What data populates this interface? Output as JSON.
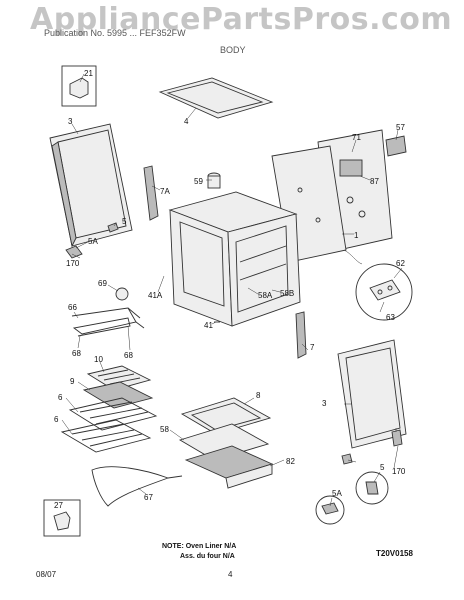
{
  "header": {
    "line1": "Publication No. 5995 ... FEF352FW",
    "section": "BODY"
  },
  "watermark": "AppliancePartsPros.com",
  "callouts": {
    "c21": "21",
    "c3a": "3",
    "c4": "4",
    "c71": "71",
    "c57": "57",
    "c59": "59",
    "c7a": "7A",
    "c87": "87",
    "c5a": "5",
    "c5aa": "5A",
    "c170a": "170",
    "c1": "1",
    "c62": "62",
    "c69": "69",
    "c41a": "41A",
    "c58a": "58A",
    "c58b": "58B",
    "c66": "66",
    "c63": "63",
    "c41": "41",
    "c68a": "68",
    "c68b": "68",
    "c7b": "7",
    "c10": "10",
    "c9": "9",
    "c6a": "6",
    "c6b": "6",
    "c8": "8",
    "c58": "58",
    "c3b": "3",
    "c82": "82",
    "c5b": "5",
    "c170b": "170",
    "c27": "27",
    "c67": "67",
    "c5ab": "5A"
  },
  "note_line1": "NOTE: Oven Liner N/A",
  "note_line2": "Ass. du four N/A",
  "drawing_code": "T20V0158",
  "footer": {
    "date": "08/07",
    "page": "4"
  }
}
